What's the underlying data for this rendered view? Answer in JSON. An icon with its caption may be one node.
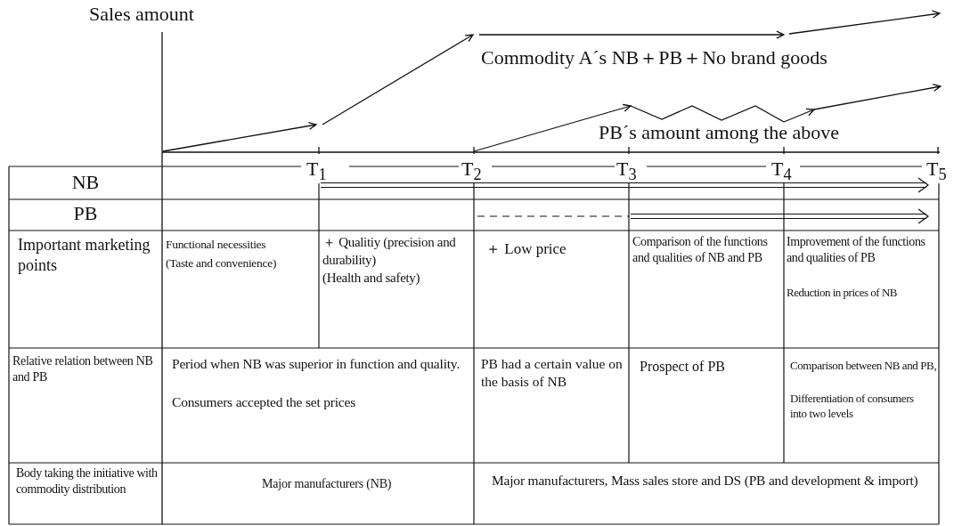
{
  "diagram": {
    "labels": [
      "Sales amount",
      "Commodity A´s NB＋PB＋No brand goods",
      "PB´s amount among the above",
      "T$_{1}$",
      "T$_{2}$",
      "T$_{3}$",
      "T$_{4}$",
      "T$_{5}$",
      "NB",
      "PB",
      "Important marketing points",
      "Functional necessities",
      "(Taste and convenience)",
      "＋ Qualitiy (precision and durability)",
      "(Health and safety)",
      "＋ Low price",
      "Comparison of the functions and qualities of NB and PB",
      "Improvement of the functions and qualities of PB",
      "Reduction in prices of NB",
      "Relative relation between NB and PB",
      "Period when NB was superior in function and quality.",
      "Consumers accepted the set prices",
      "PB had a certain value on the basis of NB",
      "Prospect of PB",
      "Comparison between NB and PB,",
      "Differentiation of consumers into two levels",
      "Body taking the initiative with commodity distribution",
      "Major manufacturers (NB)",
      "Major manufacturers, Mass sales store and DS (PB and development & import)"
    ]
  }
}
